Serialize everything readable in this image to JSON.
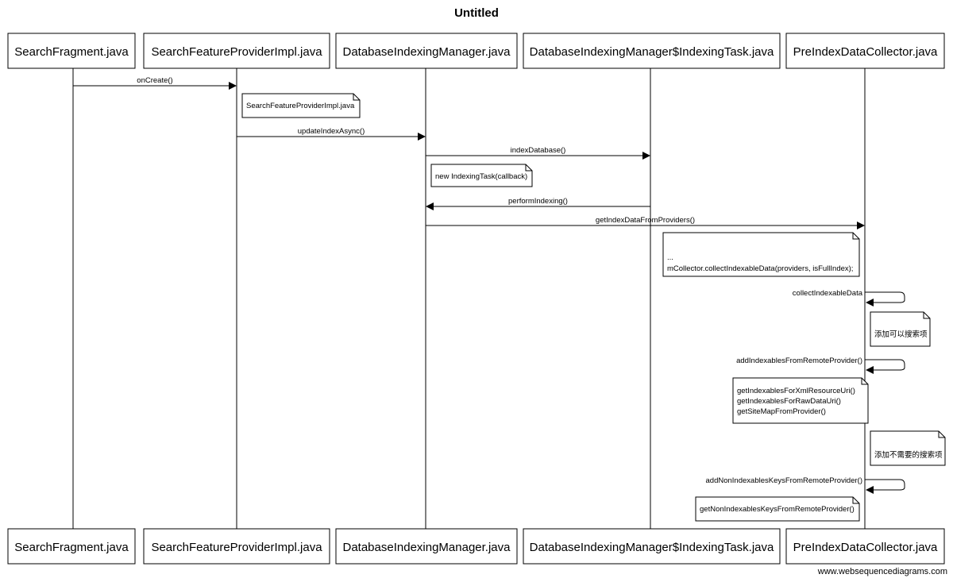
{
  "title": "Untitled",
  "footer": "www.websequencediagrams.com",
  "participants": [
    "SearchFragment.java",
    "SearchFeatureProviderImpl.java",
    "DatabaseIndexingManager.java",
    "DatabaseIndexingManager$IndexingTask.java",
    "PreIndexDataCollector.java"
  ],
  "messages": [
    {
      "from": 0,
      "to": 1,
      "label": "onCreate()"
    },
    {
      "from": 1,
      "to": 2,
      "label": "updateIndexAsync()"
    },
    {
      "from": 2,
      "to": 3,
      "label": "indexDatabase()"
    },
    {
      "from": 3,
      "to": 2,
      "label": "performIndexing()"
    },
    {
      "from": 2,
      "to": 4,
      "label": "getIndexDataFromProviders()"
    },
    {
      "from": 4,
      "to": 4,
      "label": "collectIndexableData"
    },
    {
      "from": 4,
      "to": 4,
      "label": "addIndexablesFromRemoteProvider()"
    },
    {
      "from": 4,
      "to": 4,
      "label": "addNonIndexablesKeysFromRemoteProvider()"
    }
  ],
  "notes": [
    {
      "lines": [
        "SearchFeatureProviderImpl.java"
      ]
    },
    {
      "lines": [
        "new IndexingTask(callback)"
      ]
    },
    {
      "lines": [
        "...",
        "mCollector.collectIndexableData(providers, isFullIndex);"
      ]
    },
    {
      "lines": [
        "添加可以搜索项"
      ]
    },
    {
      "lines": [
        "getIndexablesForXmlResourceUri()",
        "getIndexablesForRawDataUri()",
        "getSiteMapFromProvider()"
      ]
    },
    {
      "lines": [
        "添加不需要的搜索项"
      ]
    },
    {
      "lines": [
        "getNonIndexablesKeysFromRemoteProvider()"
      ]
    }
  ]
}
